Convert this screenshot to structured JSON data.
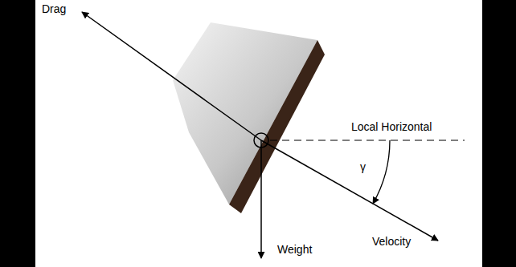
{
  "diagram": {
    "labels": [
      "Drag",
      "Local Horizontal",
      "γ",
      "Velocity",
      "Weight"
    ]
  }
}
